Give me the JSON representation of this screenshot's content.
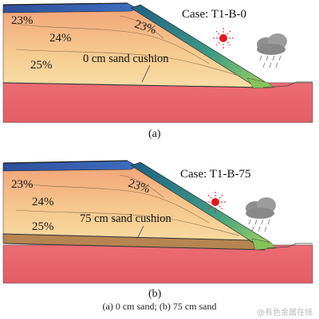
{
  "panels": [
    {
      "case_label": "Case: T1-B-0",
      "cushion_label": "0 cm sand cushion",
      "panel_label": "(a)",
      "contours": [
        "23%",
        "24%",
        "25%",
        "23%"
      ]
    },
    {
      "case_label": "Case: T1-B-75",
      "cushion_label": "75 cm sand cushion",
      "panel_label": "(b)",
      "contours": [
        "23%",
        "24%",
        "25%",
        "23%"
      ]
    }
  ],
  "caption": "(a) 0 cm sand; (b) 75 cm sand",
  "watermark": "@有色金属在线",
  "icons": [
    "sun-icon",
    "rain-cloud-icon"
  ],
  "colors": {
    "embankment_top": "#f4a77a",
    "embankment_bottom": "#f7d9a0",
    "foundation": "#e86a72",
    "cover_layer": "#2e7a8a",
    "sun": "#e8151b"
  }
}
